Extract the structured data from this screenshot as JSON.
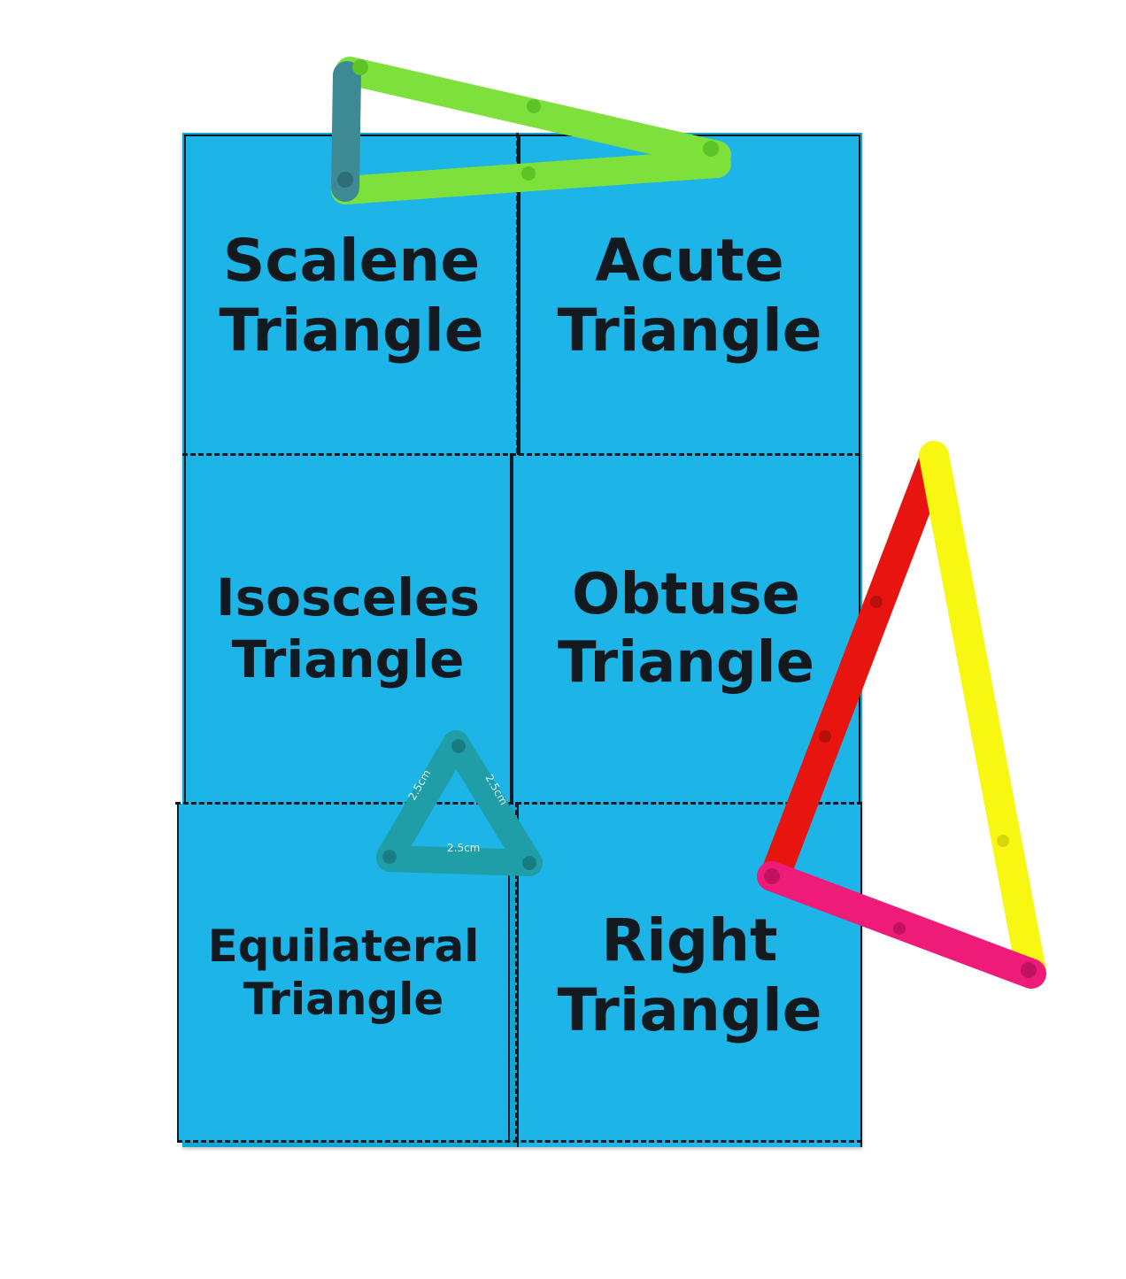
{
  "flaps": [
    {
      "line1": "Scalene",
      "line2": "Triangle"
    },
    {
      "line1": "Acute",
      "line2": "Triangle"
    },
    {
      "line1": "Isosceles",
      "line2": "Triangle"
    },
    {
      "line1": "Obtuse",
      "line2": "Triangle"
    },
    {
      "line1": "Equilateral",
      "line2": "Triangle"
    },
    {
      "line1": "Right",
      "line2": "Triangle"
    }
  ],
  "measure_labels": [
    "2.5cm",
    "2.5cm",
    "2.5cm"
  ],
  "colors": {
    "paper": "#1db4e8",
    "ink": "#121a20",
    "green_strip": "#7ee03a",
    "teal_strip": "#3d8a95",
    "red_strip": "#e8140f",
    "yellow_strip": "#f7f711",
    "pink_strip": "#ee1b78",
    "small_triangle": "#1f9ea8"
  }
}
